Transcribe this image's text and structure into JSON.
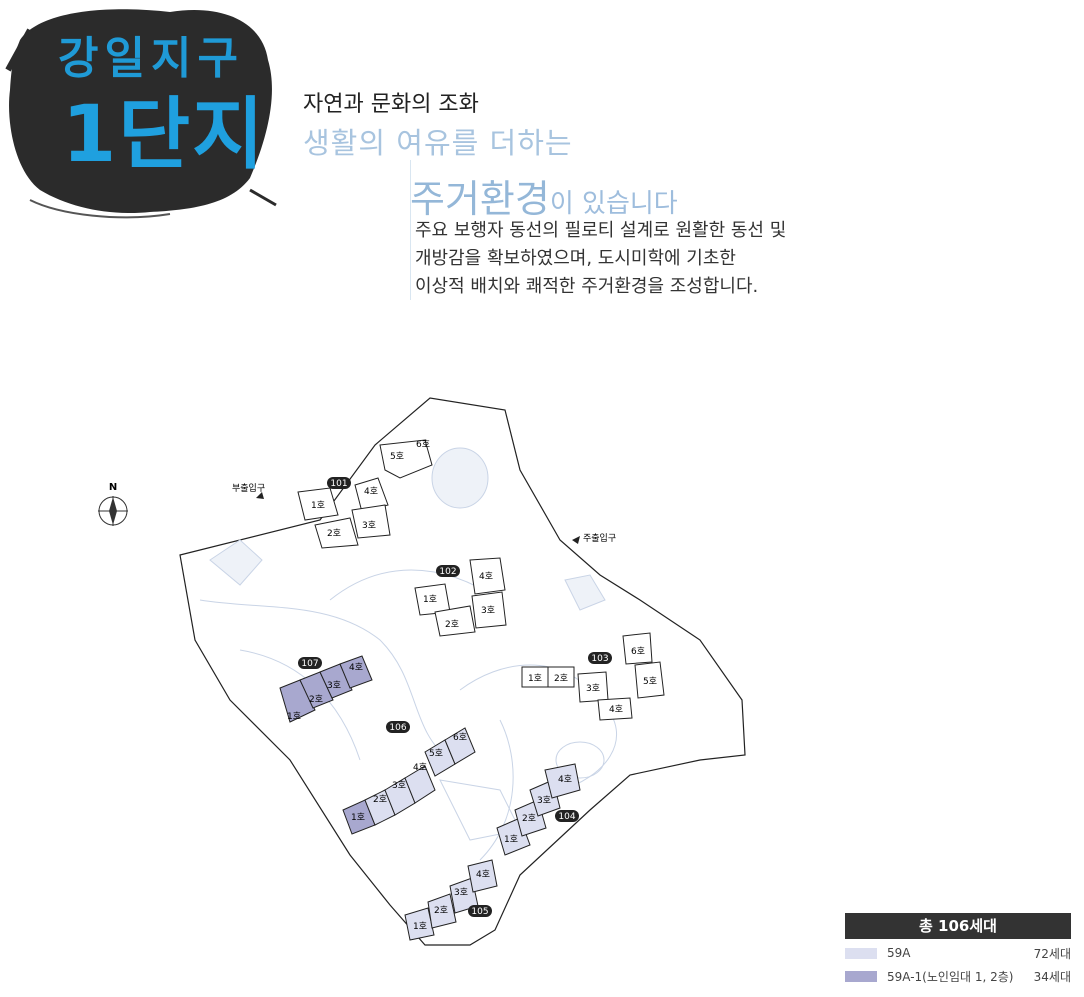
{
  "badge": {
    "title": "강일지구",
    "subtitle": "1단지"
  },
  "headline": {
    "line1": "자연과 문화의 조화",
    "line2": "생활의 여유를 더하는",
    "line3_main": "주거환경",
    "line3_rest": "이 있습니다"
  },
  "paragraph": [
    "주요 보행자 동선의 필로티 설계로 원활한 동선 및",
    "개방감을 확보하였으며, 도시미학에 기초한",
    "이상적 배치와 쾌적한 주거환경을 조성합니다."
  ],
  "map": {
    "north_label": "N",
    "sub_entrance": "부출입구",
    "main_entrance": "주출입구",
    "buildings": {
      "b101": {
        "label": "101",
        "units": [
          "1호",
          "2호",
          "3호",
          "4호",
          "5호",
          "6호"
        ]
      },
      "b102": {
        "label": "102",
        "units": [
          "1호",
          "2호",
          "3호",
          "4호"
        ]
      },
      "b103": {
        "label": "103",
        "units": [
          "1호",
          "2호",
          "3호",
          "4호",
          "5호",
          "6호"
        ]
      },
      "b104": {
        "label": "104",
        "units": [
          "1호",
          "2호",
          "3호",
          "4호"
        ]
      },
      "b105": {
        "label": "105",
        "units": [
          "1호",
          "2호",
          "3호",
          "4호"
        ]
      },
      "b106": {
        "label": "106",
        "units": [
          "1호",
          "2호",
          "3호",
          "4호",
          "5호",
          "6호"
        ]
      },
      "b107": {
        "label": "107",
        "units": [
          "1호",
          "2호",
          "3호",
          "4호"
        ]
      }
    }
  },
  "legend": {
    "title": "총 106세대",
    "rows": [
      {
        "label": "59A",
        "count": "72세대",
        "color": "#dcdff0"
      },
      {
        "label": "59A-1(노인임대 1, 2층)",
        "count": "34세대",
        "color": "#a8a8cf"
      }
    ]
  },
  "colors": {
    "badge_bg": "#2b2b2b",
    "accent": "#1fa0df",
    "headline_blue": "#9ebddd",
    "legend_head": "#333333"
  }
}
